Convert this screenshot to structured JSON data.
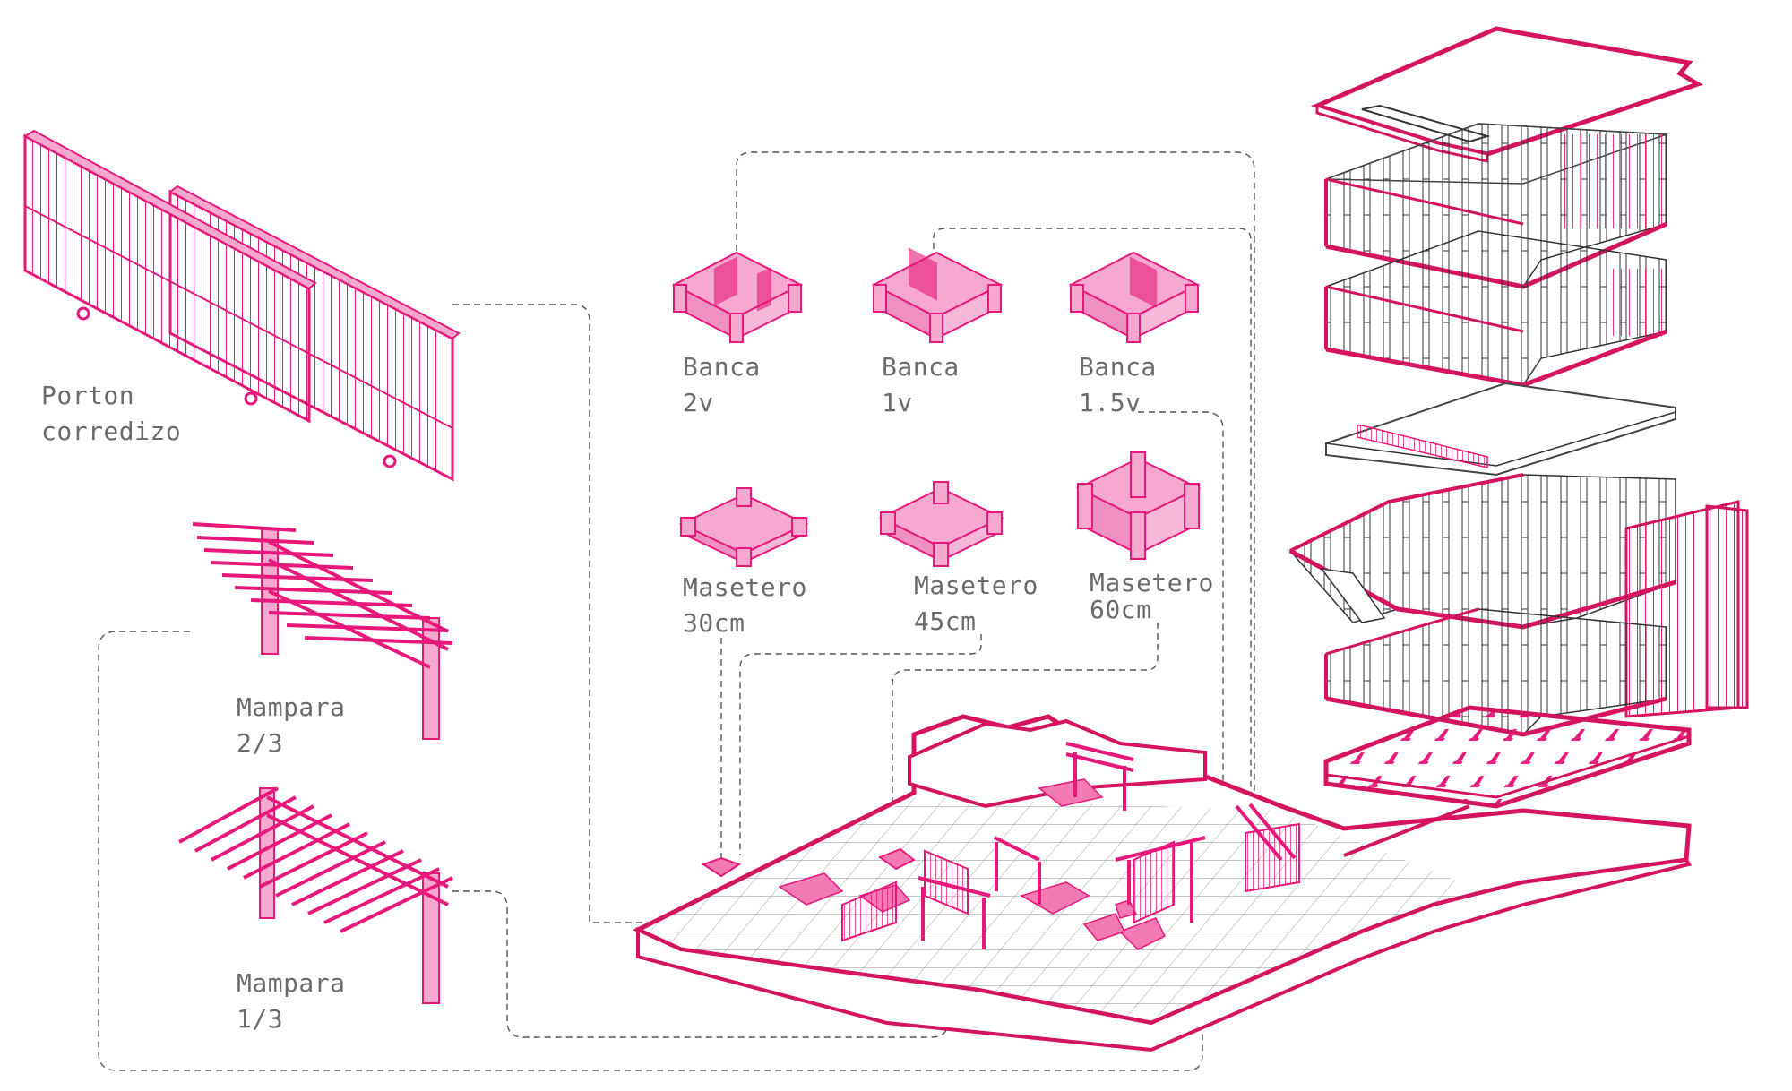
{
  "colors": {
    "accent": "#e6197a",
    "fill": "#f7a8cf",
    "line": "#555555",
    "label": "#6b6b6b"
  },
  "labels": {
    "porton": {
      "l1": "Porton",
      "l2": "corredizo"
    },
    "mampara23": {
      "l1": "Mampara",
      "l2": "2/3"
    },
    "mampara13": {
      "l1": "Mampara",
      "l2": "1/3"
    },
    "banca2v": {
      "l1": "Banca",
      "l2": "2v"
    },
    "banca1v": {
      "l1": "Banca",
      "l2": "1v"
    },
    "banca15v": {
      "l1": "Banca",
      "l2": "1.5v"
    },
    "masetero30": {
      "l1": "Masetero",
      "l2": "30cm"
    },
    "masetero45": {
      "l1": "Masetero",
      "l2": "45cm"
    },
    "masetero60": {
      "l1": "Masetero",
      "l2": "60cm"
    }
  }
}
